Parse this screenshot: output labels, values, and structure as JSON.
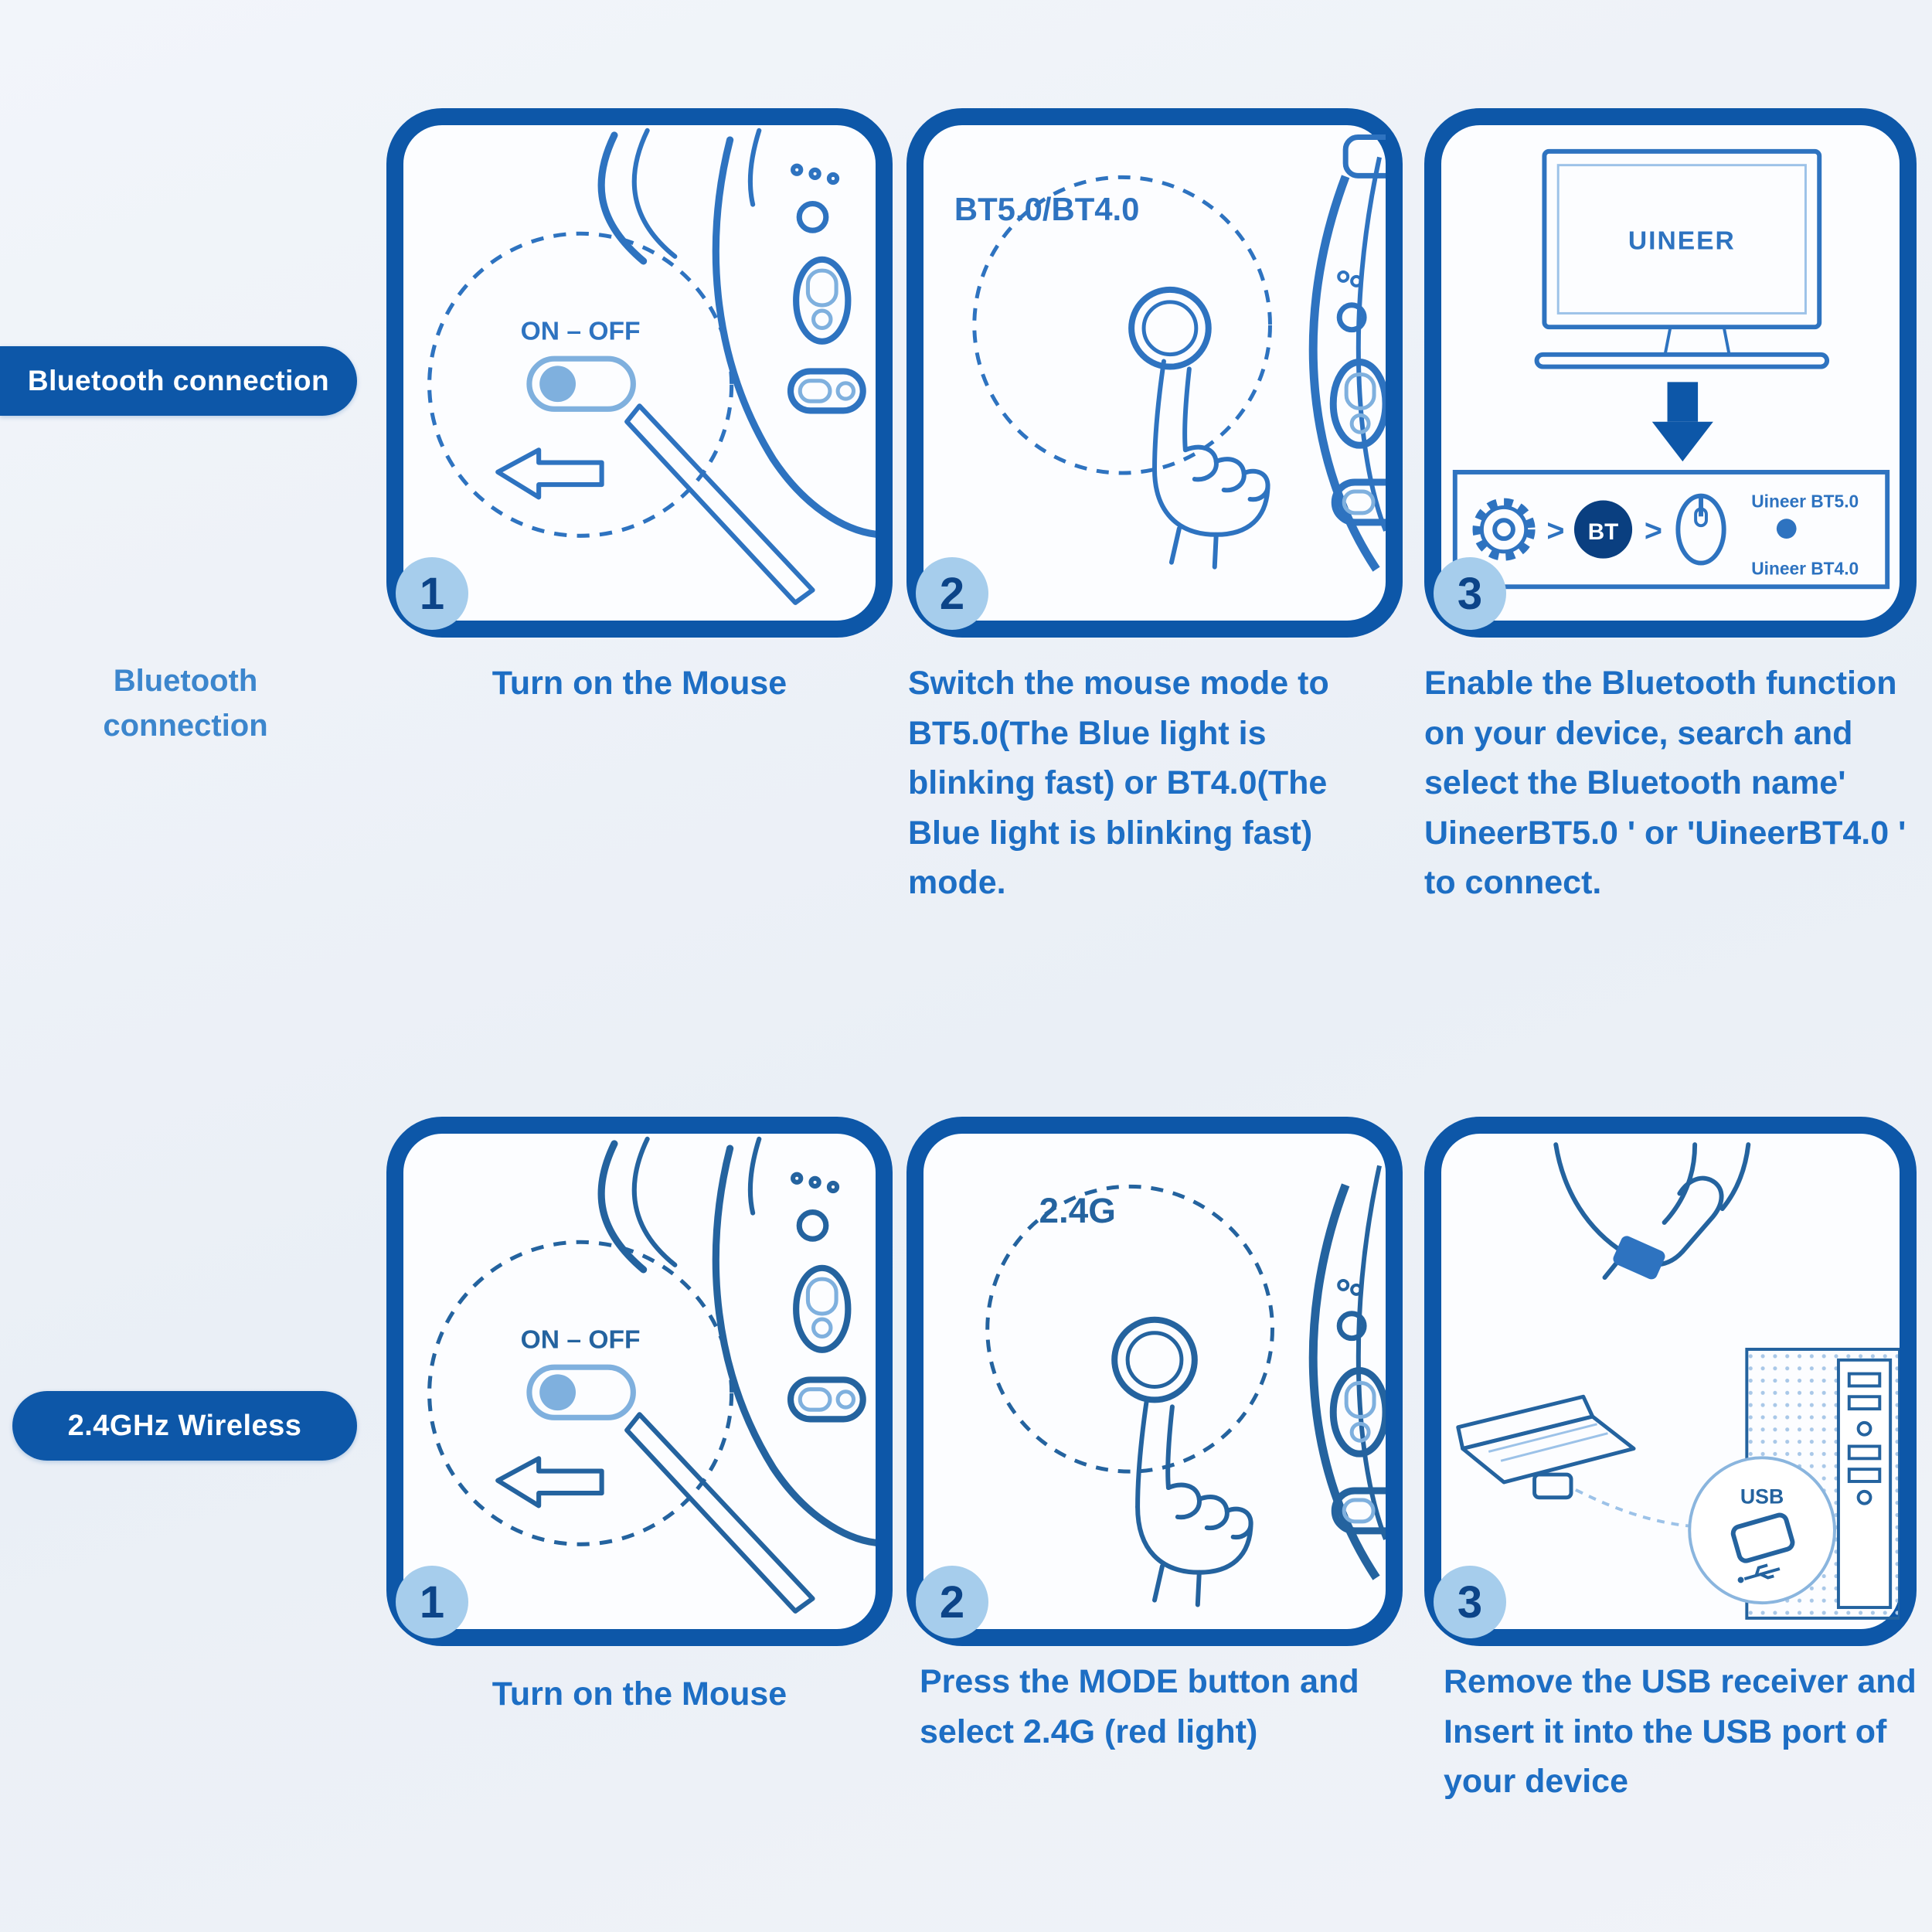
{
  "colors": {
    "primary_blue": "#0d57a8",
    "line_blue": "#2e73c0",
    "light_blue": "#7fb0de",
    "caption_blue": "#1d6ec4",
    "badge_bg": "#a6cdec",
    "badge_text": "#0c4488",
    "pill_text": "#ffffff",
    "background": "#eff3f8"
  },
  "art": {
    "on_off": "ON – OFF",
    "bt_mode_label": "BT5.0/BT4.0",
    "wireless_mode_label": "2.4G",
    "monitor_brand": "UINEER",
    "bt_badge": "BT",
    "chevron": ">",
    "device_name_1": "Uineer BT5.0",
    "device_name_2": "Uineer BT4.0",
    "usb_label": "USB"
  },
  "sections": [
    {
      "pill_label": "Bluetooth connection",
      "side_label_line1": "Bluetooth",
      "side_label_line2": "connection",
      "steps": [
        {
          "number": "1",
          "caption": "Turn on the Mouse"
        },
        {
          "number": "2",
          "caption": "Switch the mouse mode to BT5.0(The Blue light is blinking fast) or BT4.0(The Blue light is blinking fast) mode."
        },
        {
          "number": "3",
          "caption": "Enable the Bluetooth function on your device, search and select the Bluetooth name' UineerBT5.0 ' or 'UineerBT4.0 ' to connect."
        }
      ]
    },
    {
      "pill_label": "2.4GHz Wireless",
      "steps": [
        {
          "number": "1",
          "caption": "Turn on the Mouse"
        },
        {
          "number": "2",
          "caption": "Press the MODE button and select 2.4G (red light)"
        },
        {
          "number": "3",
          "caption": "Remove the USB receiver and Insert it into the USB port of your device"
        }
      ]
    }
  ]
}
